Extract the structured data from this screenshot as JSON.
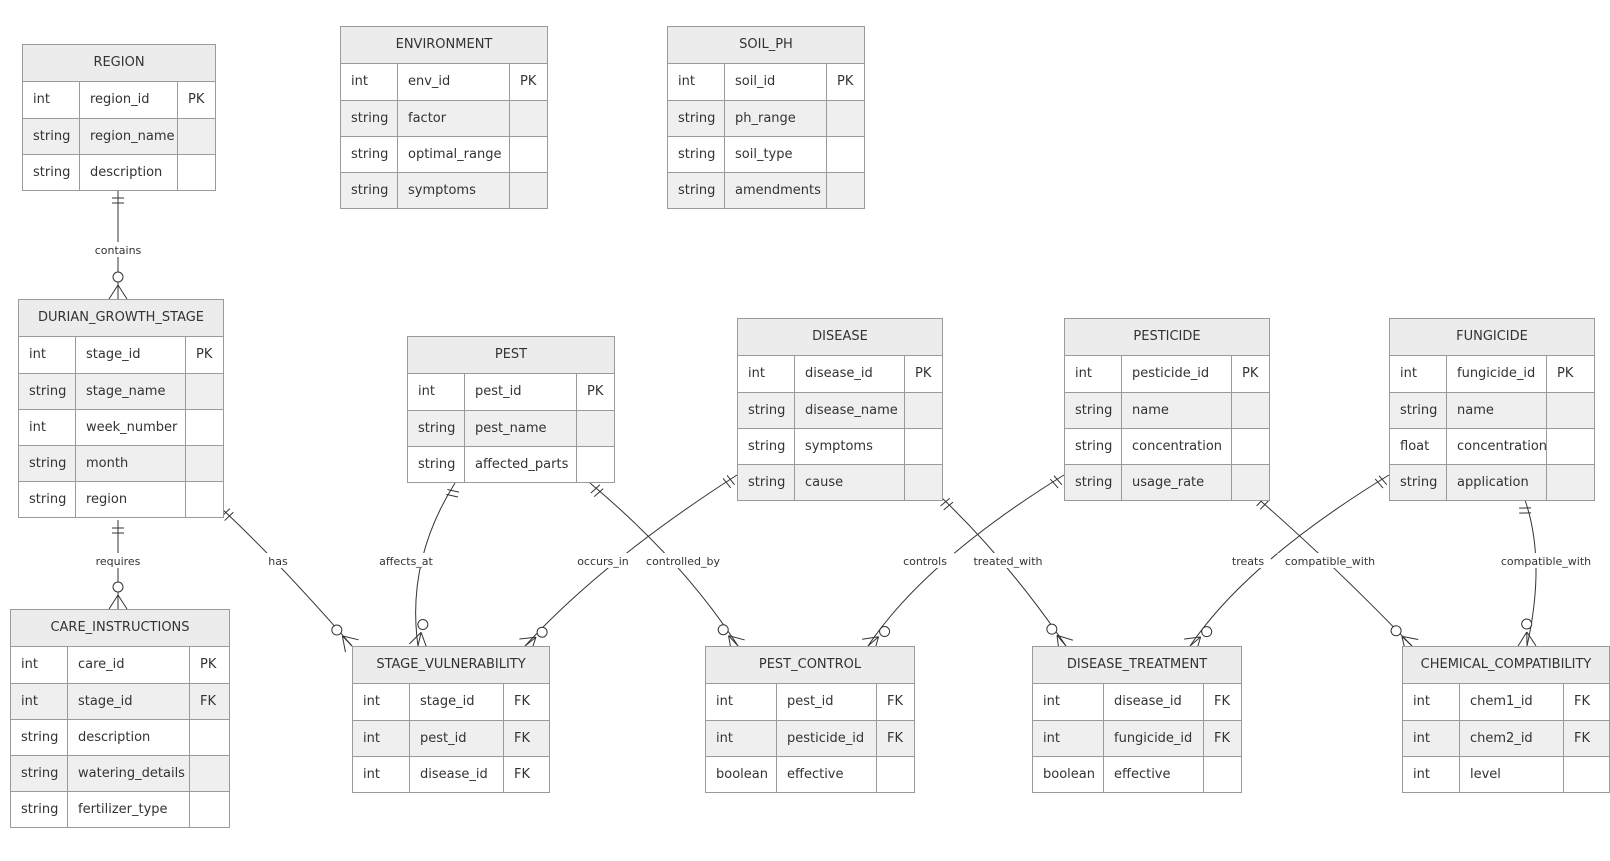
{
  "entities": {
    "region": {
      "title": "REGION",
      "rows": [
        {
          "type": "int",
          "name": "region_id",
          "key": "PK"
        },
        {
          "type": "string",
          "name": "region_name",
          "key": ""
        },
        {
          "type": "string",
          "name": "description",
          "key": ""
        }
      ]
    },
    "environment": {
      "title": "ENVIRONMENT",
      "rows": [
        {
          "type": "int",
          "name": "env_id",
          "key": "PK"
        },
        {
          "type": "string",
          "name": "factor",
          "key": ""
        },
        {
          "type": "string",
          "name": "optimal_range",
          "key": ""
        },
        {
          "type": "string",
          "name": "symptoms",
          "key": ""
        }
      ]
    },
    "soil_ph": {
      "title": "SOIL_PH",
      "rows": [
        {
          "type": "int",
          "name": "soil_id",
          "key": "PK"
        },
        {
          "type": "string",
          "name": "ph_range",
          "key": ""
        },
        {
          "type": "string",
          "name": "soil_type",
          "key": ""
        },
        {
          "type": "string",
          "name": "amendments",
          "key": ""
        }
      ]
    },
    "durian_growth_stage": {
      "title": "DURIAN_GROWTH_STAGE",
      "rows": [
        {
          "type": "int",
          "name": "stage_id",
          "key": "PK"
        },
        {
          "type": "string",
          "name": "stage_name",
          "key": ""
        },
        {
          "type": "int",
          "name": "week_number",
          "key": ""
        },
        {
          "type": "string",
          "name": "month",
          "key": ""
        },
        {
          "type": "string",
          "name": "region",
          "key": ""
        }
      ]
    },
    "pest": {
      "title": "PEST",
      "rows": [
        {
          "type": "int",
          "name": "pest_id",
          "key": "PK"
        },
        {
          "type": "string",
          "name": "pest_name",
          "key": ""
        },
        {
          "type": "string",
          "name": "affected_parts",
          "key": ""
        }
      ]
    },
    "disease": {
      "title": "DISEASE",
      "rows": [
        {
          "type": "int",
          "name": "disease_id",
          "key": "PK"
        },
        {
          "type": "string",
          "name": "disease_name",
          "key": ""
        },
        {
          "type": "string",
          "name": "symptoms",
          "key": ""
        },
        {
          "type": "string",
          "name": "cause",
          "key": ""
        }
      ]
    },
    "pesticide": {
      "title": "PESTICIDE",
      "rows": [
        {
          "type": "int",
          "name": "pesticide_id",
          "key": "PK"
        },
        {
          "type": "string",
          "name": "name",
          "key": ""
        },
        {
          "type": "string",
          "name": "concentration",
          "key": ""
        },
        {
          "type": "string",
          "name": "usage_rate",
          "key": ""
        }
      ]
    },
    "fungicide": {
      "title": "FUNGICIDE",
      "rows": [
        {
          "type": "int",
          "name": "fungicide_id",
          "key": "PK"
        },
        {
          "type": "string",
          "name": "name",
          "key": ""
        },
        {
          "type": "float",
          "name": "concentration",
          "key": ""
        },
        {
          "type": "string",
          "name": "application",
          "key": ""
        }
      ]
    },
    "care_instructions": {
      "title": "CARE_INSTRUCTIONS",
      "rows": [
        {
          "type": "int",
          "name": "care_id",
          "key": "PK"
        },
        {
          "type": "int",
          "name": "stage_id",
          "key": "FK"
        },
        {
          "type": "string",
          "name": "description",
          "key": ""
        },
        {
          "type": "string",
          "name": "watering_details",
          "key": ""
        },
        {
          "type": "string",
          "name": "fertilizer_type",
          "key": ""
        }
      ]
    },
    "stage_vulnerability": {
      "title": "STAGE_VULNERABILITY",
      "rows": [
        {
          "type": "int",
          "name": "stage_id",
          "key": "FK"
        },
        {
          "type": "int",
          "name": "pest_id",
          "key": "FK"
        },
        {
          "type": "int",
          "name": "disease_id",
          "key": "FK"
        }
      ]
    },
    "pest_control": {
      "title": "PEST_CONTROL",
      "rows": [
        {
          "type": "int",
          "name": "pest_id",
          "key": "FK"
        },
        {
          "type": "int",
          "name": "pesticide_id",
          "key": "FK"
        },
        {
          "type": "boolean",
          "name": "effective",
          "key": ""
        }
      ]
    },
    "disease_treatment": {
      "title": "DISEASE_TREATMENT",
      "rows": [
        {
          "type": "int",
          "name": "disease_id",
          "key": "FK"
        },
        {
          "type": "int",
          "name": "fungicide_id",
          "key": "FK"
        },
        {
          "type": "boolean",
          "name": "effective",
          "key": ""
        }
      ]
    },
    "chemical_compatibility": {
      "title": "CHEMICAL_COMPATIBILITY",
      "rows": [
        {
          "type": "int",
          "name": "chem1_id",
          "key": "FK"
        },
        {
          "type": "int",
          "name": "chem2_id",
          "key": "FK"
        },
        {
          "type": "int",
          "name": "level",
          "key": ""
        }
      ]
    }
  },
  "relationships": [
    {
      "from": "region",
      "to": "durian_growth_stage",
      "label": "contains"
    },
    {
      "from": "durian_growth_stage",
      "to": "care_instructions",
      "label": "requires"
    },
    {
      "from": "durian_growth_stage",
      "to": "stage_vulnerability",
      "label": "has"
    },
    {
      "from": "pest",
      "to": "stage_vulnerability",
      "label": "affects_at"
    },
    {
      "from": "disease",
      "to": "stage_vulnerability",
      "label": "occurs_in"
    },
    {
      "from": "pest",
      "to": "pest_control",
      "label": "controlled_by"
    },
    {
      "from": "pesticide",
      "to": "pest_control",
      "label": "controls"
    },
    {
      "from": "disease",
      "to": "disease_treatment",
      "label": "treated_with"
    },
    {
      "from": "fungicide",
      "to": "disease_treatment",
      "label": "treats"
    },
    {
      "from": "pesticide",
      "to": "chemical_compatibility",
      "label": "compatible_with"
    },
    {
      "from": "fungicide",
      "to": "chemical_compatibility",
      "label": "compatible_with"
    }
  ]
}
